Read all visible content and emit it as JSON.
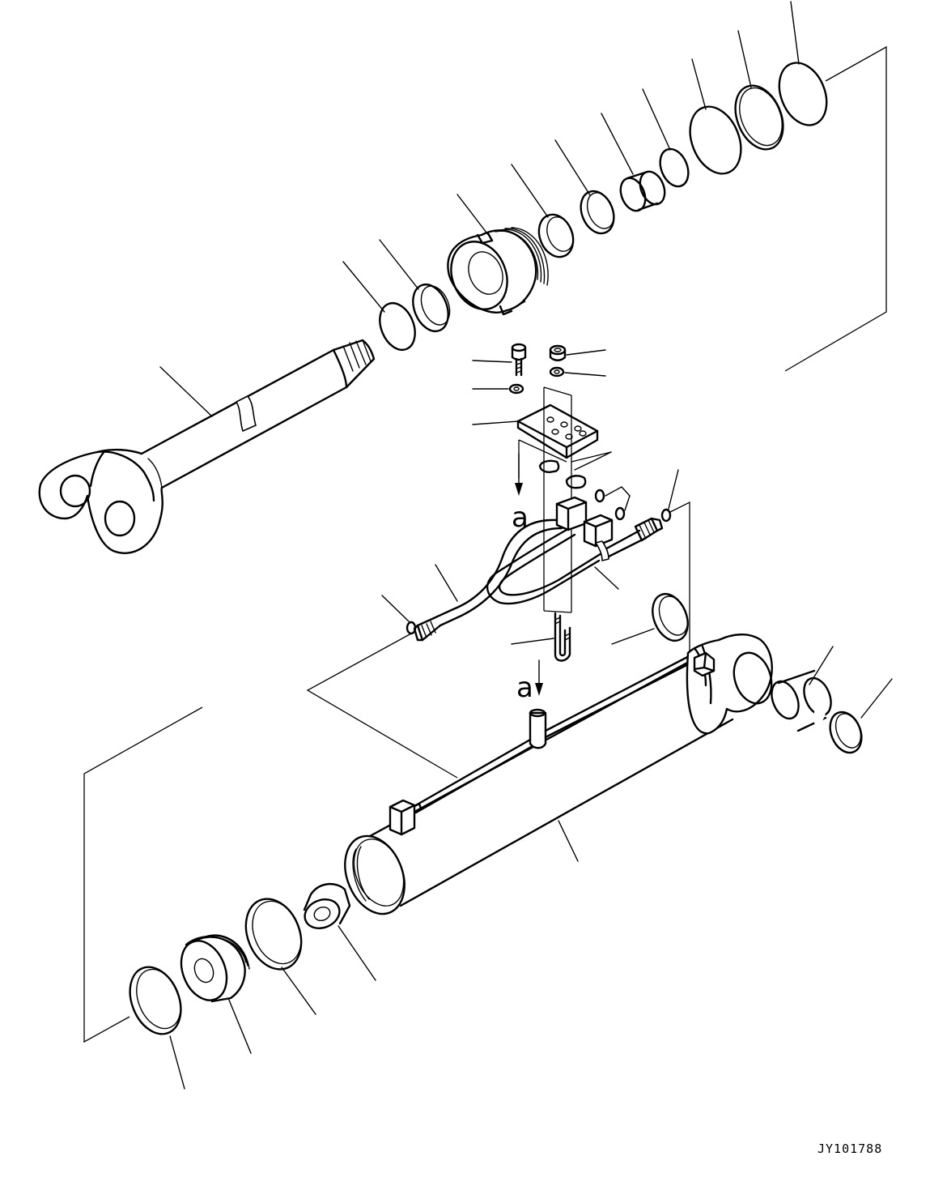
{
  "drawing": {
    "code": "JY101788",
    "view_markers": [
      "a",
      "a"
    ]
  }
}
